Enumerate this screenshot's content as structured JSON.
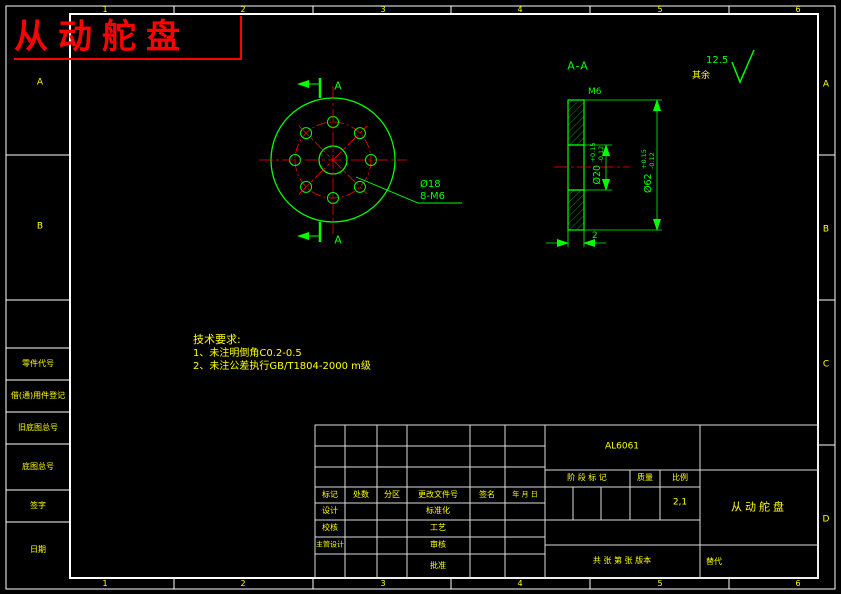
{
  "title": "从动舵盘",
  "zones": {
    "top": [
      "1",
      "2",
      "3",
      "4",
      "5",
      "6"
    ],
    "bottom": [
      "1",
      "2",
      "3",
      "4",
      "5",
      "6"
    ],
    "left": [
      "A",
      "B"
    ],
    "right": [
      "A",
      "B",
      "C",
      "D"
    ]
  },
  "margin": {
    "rows": [
      "零件代号",
      "借(通)用件登记",
      "旧底图总号",
      "底图总号",
      "签字",
      "日期"
    ]
  },
  "views": {
    "front": {
      "cut_label_top": "A",
      "cut_label_bottom": "A",
      "hole_dia": "Ø18",
      "hole_thread": "8-M6"
    },
    "section": {
      "label": "A-A",
      "thread": "M6",
      "bore_dia": "Ø20",
      "bore_tol_plus": "+0.15",
      "bore_tol_minus": "-0.12",
      "outer_dia": "Ø62",
      "outer_tol_plus": "+0.15",
      "outer_tol_minus": "-0.12",
      "thickness": "2"
    }
  },
  "roughness": {
    "value": "12.5",
    "scope": "其余"
  },
  "tech": {
    "title": "技术要求:",
    "items": [
      "1、未注明倒角C0.2-0.5",
      "2、未注公差执行GB/T1804-2000 m级"
    ]
  },
  "title_block": {
    "material": "AL6061",
    "part_name": "从动舵盘",
    "scale_value": "2,1",
    "header": {
      "mark": "标记",
      "count": "处数",
      "zone": "分区",
      "file": "更改文件号",
      "sign": "签名",
      "date": "年 月 日"
    },
    "labels": {
      "stage": "阶 段 标 记",
      "mass": "质量",
      "scale": "比例",
      "design": "设计",
      "standard": "标准化",
      "check": "校核",
      "process": "工艺",
      "chief": "主管设计",
      "audit": "审核",
      "approve": "批准"
    },
    "footer": {
      "sheets": "共 张 第 张 版本",
      "replace": "替代"
    }
  }
}
